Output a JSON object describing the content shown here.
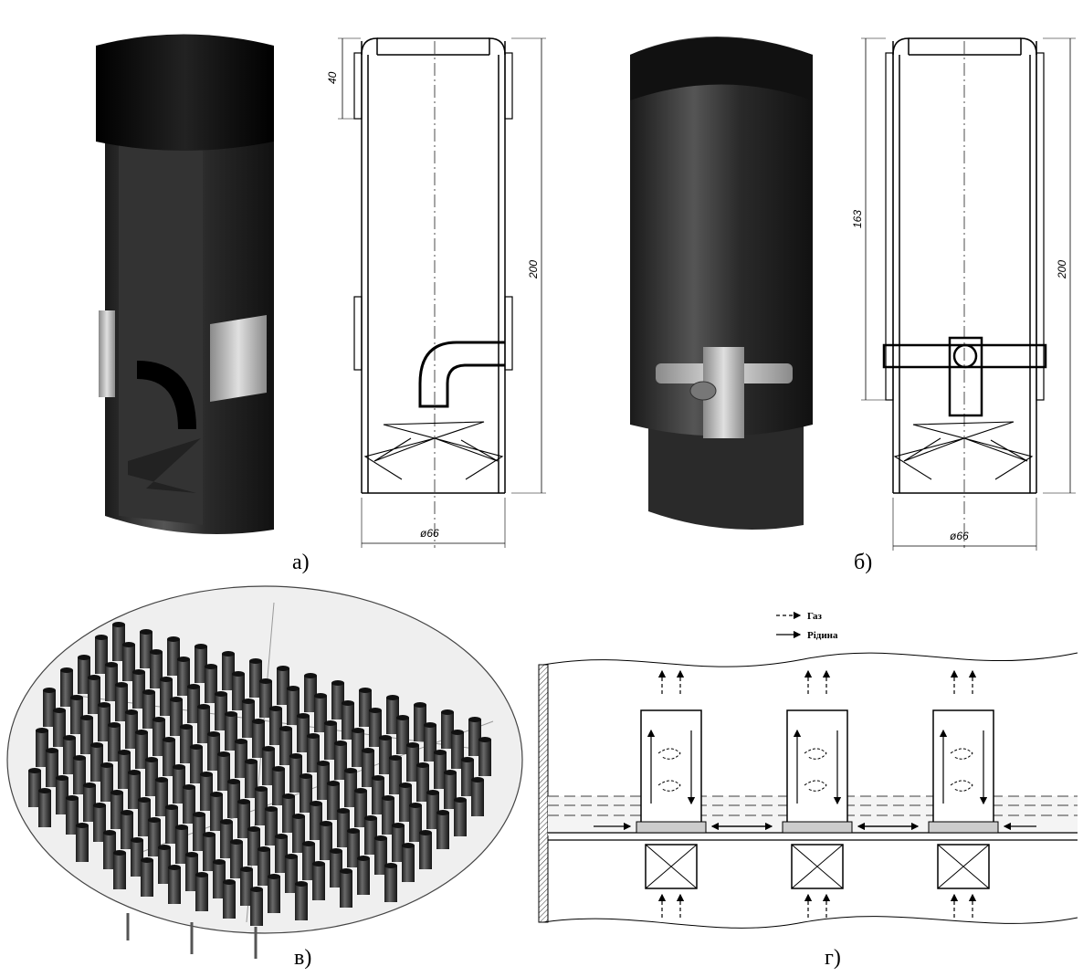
{
  "captions": {
    "a": "а)",
    "b": "б)",
    "c": "в)",
    "d": "г)"
  },
  "panel_a": {
    "dim_top": "40",
    "dim_height": "200",
    "dim_diameter": "ø66"
  },
  "panel_b": {
    "dim_upper": "163",
    "dim_height": "200",
    "dim_diameter": "ø66"
  },
  "legend": {
    "gas": "Газ",
    "liquid": "Рідина"
  },
  "colors": {
    "ink": "#000000",
    "body_dark": "#2b2b2b",
    "body_mid": "#4a4a4a",
    "sleeve": "#c8c8c8",
    "tray": "#e6e6e6"
  }
}
